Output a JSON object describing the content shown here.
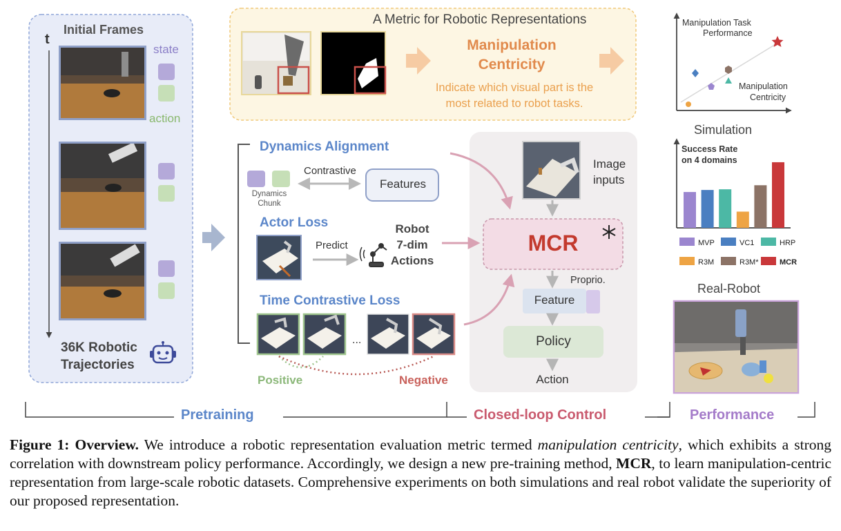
{
  "left_panel": {
    "title": "Initial Frames",
    "t_label": "t",
    "state_label": "state",
    "action_label": "action",
    "footer_line1": "36K Robotic",
    "footer_line2": "Trajectories"
  },
  "metric_box": {
    "title": "A Metric for Robotic Representations",
    "heading_line1": "Manipulation",
    "heading_line2": "Centricity",
    "desc_line1": "Indicate which visual part is the",
    "desc_line2": "most related to robot tasks."
  },
  "pretrain": {
    "dynamics_title": "Dynamics Alignment",
    "contrastive_label": "Contrastive",
    "features_label": "Features",
    "dynamics_chunk_line1": "Dynamics",
    "dynamics_chunk_line2": "Chunk",
    "actor_title": "Actor Loss",
    "predict_label": "Predict",
    "robot_actions_line1": "Robot",
    "robot_actions_line2": "7-dim",
    "robot_actions_line3": "Actions",
    "time_title": "Time Contrastive Loss",
    "ellipsis": "...",
    "positive_label": "Positive",
    "negative_label": "Negative"
  },
  "control": {
    "image_inputs_line1": "Image",
    "image_inputs_line2": "inputs",
    "mcr_label": "MCR",
    "proprio_label": "Proprio.",
    "feature_label": "Feature",
    "policy_label": "Policy",
    "action_label": "Action"
  },
  "scatter": {
    "y_label_line1": "Manipulation Task",
    "y_label_line2": "Performance",
    "x_label_line1": "Manipulation",
    "x_label_line2": "Centricity"
  },
  "chart_data": {
    "type": "bar",
    "title": "Simulation",
    "ylabel": "Success Rate on 4 domains",
    "ylabel_line1": "Success Rate",
    "ylabel_line2": "on 4 domains",
    "categories": [
      "MVP",
      "VC1",
      "HRP",
      "R3M",
      "R3M*",
      "MCR"
    ],
    "values": [
      53,
      56,
      57,
      24,
      63,
      97
    ],
    "ylim": [
      0,
      100
    ],
    "colors": [
      "#9b86cf",
      "#4a7fc1",
      "#4cb8a5",
      "#eea444",
      "#8c7366",
      "#c9383a"
    ],
    "grid": false,
    "legend": "bottom"
  },
  "real_robot": {
    "title": "Real-Robot"
  },
  "footer": {
    "pretraining_label": "Pretraining",
    "closed_loop_label": "Closed-loop Control",
    "performance_label": "Performance"
  },
  "caption": {
    "label": "Figure 1: Overview.",
    "text_a": " We introduce a robotic representation evaluation metric termed ",
    "text_em": "manipulation centricity",
    "text_b": ", which exhibits a strong correlation with downstream policy performance. Accordingly, we design a new pre-training method, ",
    "text_mcr": "MCR",
    "text_c": ", to learn manipulation-centric representation from large-scale robotic datasets. Comprehensive experiments on both simulations and real robot validate the superiority of our proposed representation."
  }
}
